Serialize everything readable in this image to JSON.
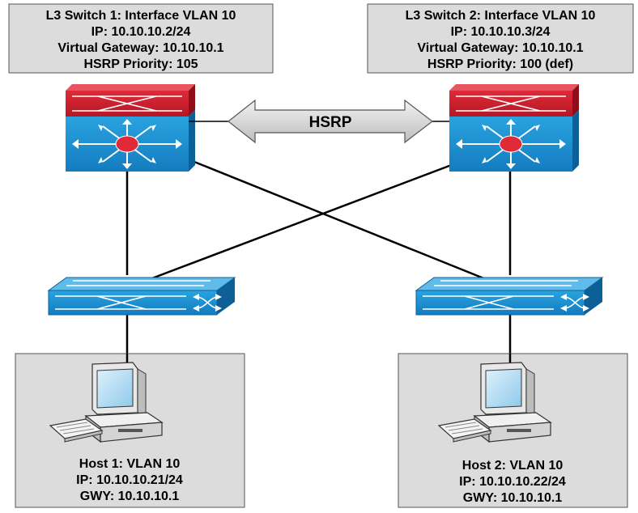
{
  "switch1_info": {
    "line1": "L3 Switch 1: Interface VLAN 10",
    "line2": "IP: 10.10.10.2/24",
    "line3": "Virtual Gateway: 10.10.10.1",
    "line4": "HSRP Priority: 105"
  },
  "switch2_info": {
    "line1": "L3 Switch 2: Interface VLAN 10",
    "line2": "IP: 10.10.10.3/24",
    "line3": "Virtual Gateway: 10.10.10.1",
    "line4": "HSRP Priority: 100 (def)"
  },
  "hsrp_label": "HSRP",
  "host1_info": {
    "line1": "Host 1: VLAN 10",
    "line2": "IP: 10.10.10.21/24",
    "line3": "GWY: 10.10.10.1"
  },
  "host2_info": {
    "line1": "Host 2: VLAN 10",
    "line2": "IP: 10.10.10.22/24",
    "line3": "GWY: 10.10.10.1"
  },
  "colors": {
    "switch_red": "#d0202e",
    "switch_blue": "#1f8fd1",
    "info_box_gray": "#dcdcdc"
  },
  "icons": [
    "l3-switch-icon",
    "l2-switch-icon",
    "desktop-computer-icon"
  ]
}
